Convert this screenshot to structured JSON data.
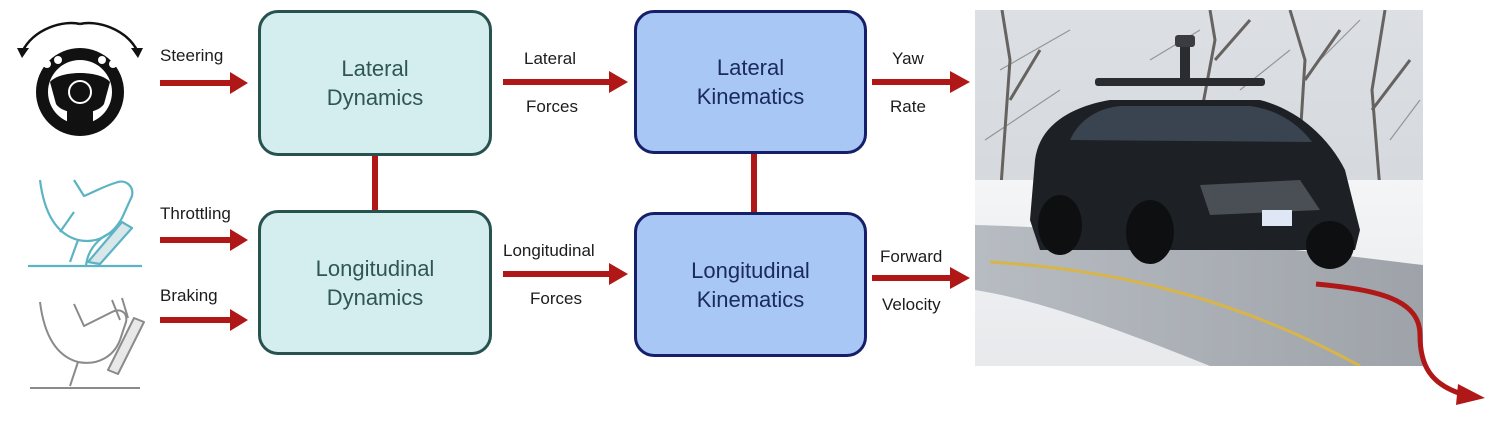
{
  "inputs": {
    "steering": "Steering",
    "throttling": "Throttling",
    "braking": "Braking"
  },
  "blocks": {
    "lateral_dynamics": "Lateral\nDynamics",
    "longitudinal_dynamics": "Longitudinal\nDynamics",
    "lateral_kinematics": "Lateral\nKinematics",
    "longitudinal_kinematics": "Longitudinal\nKinematics"
  },
  "signals": {
    "lateral_forces_1": "Lateral",
    "lateral_forces_2": "Forces",
    "longitudinal_forces_1": "Longitudinal",
    "longitudinal_forces_2": "Forces",
    "yaw_rate_1": "Yaw",
    "yaw_rate_2": "Rate",
    "forward_velocity_1": "Forward",
    "forward_velocity_2": "Velocity"
  },
  "icons": [
    "steering-wheel-icon",
    "throttle-pedal-icon",
    "brake-pedal-icon",
    "vehicle-photo"
  ],
  "colors": {
    "arrow": "#b01717",
    "dynamics_fill": "#d4eeef",
    "dynamics_border": "#28524f",
    "kinematics_fill": "#a8c7f4",
    "kinematics_border": "#16206a"
  }
}
